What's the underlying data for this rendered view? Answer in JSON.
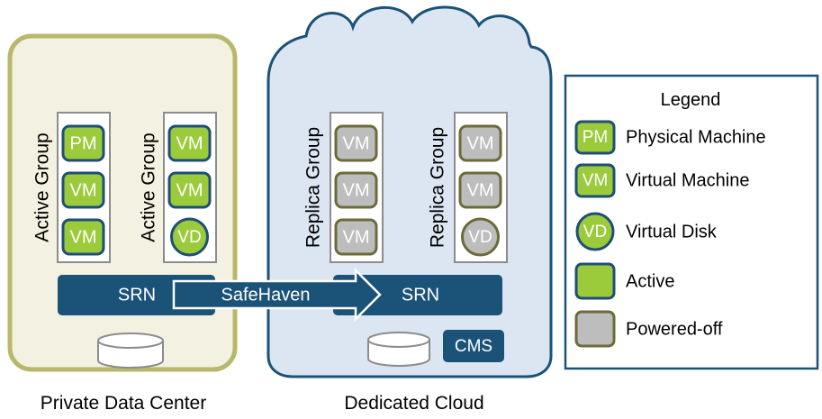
{
  "private_dc": {
    "caption": "Private Data Center",
    "groups": [
      {
        "label": "Active Group",
        "items": [
          "PM",
          "VM",
          "VM"
        ]
      },
      {
        "label": "Active Group",
        "items": [
          "VM",
          "VM",
          "VD"
        ]
      }
    ],
    "srn_label": "SRN"
  },
  "cloud": {
    "caption": "Dedicated Cloud",
    "groups": [
      {
        "label": "Replica Group",
        "items": [
          "VM",
          "VM",
          "VM"
        ]
      },
      {
        "label": "Replica Group",
        "items": [
          "VM",
          "VM",
          "VD"
        ]
      }
    ],
    "srn_label": "SRN",
    "cms_label": "CMS"
  },
  "link_label": "SafeHaven",
  "legend": {
    "title": "Legend",
    "entries": [
      {
        "icon": "PM",
        "label": "Physical Machine"
      },
      {
        "icon": "VM",
        "label": "Virtual Machine"
      },
      {
        "icon": "VD",
        "label": "Virtual Disk"
      },
      {
        "icon": "",
        "label": "Active"
      },
      {
        "icon": "",
        "label": "Powered-off"
      }
    ]
  },
  "colors": {
    "active_fill": "#9BCB3B",
    "off_fill": "#BDBDBD",
    "active_stroke": "#1F4E79",
    "off_stroke": "#6B6B3A",
    "navy": "#1B5278",
    "cloud_fill": "#DCE6F2",
    "dc_fill": "#F3F1E1",
    "dc_border": "#B7B86A"
  }
}
